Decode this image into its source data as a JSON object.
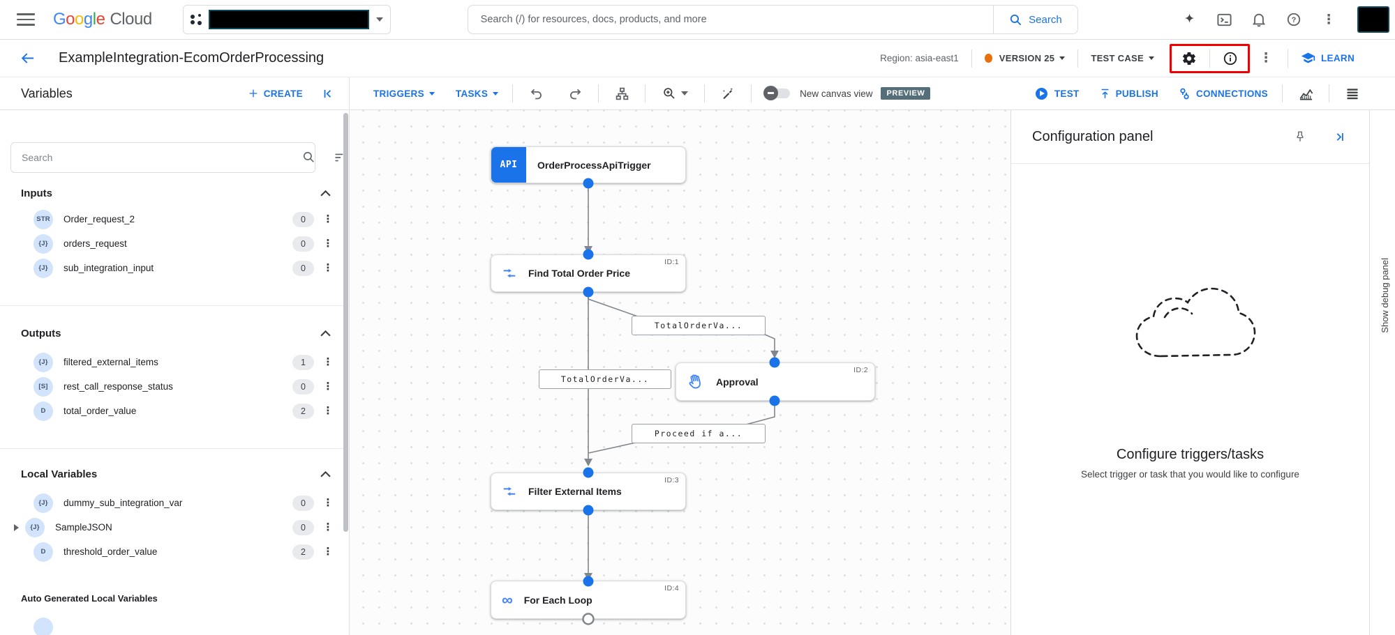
{
  "header": {
    "logo": {
      "letters": [
        {
          "ch": "G"
        },
        {
          "ch": "o"
        },
        {
          "ch": "o"
        },
        {
          "ch": "g"
        },
        {
          "ch": "l"
        },
        {
          "ch": "e"
        }
      ],
      "cloud": "Cloud"
    },
    "search": {
      "placeholder": "Search (/) for resources, docs, products, and more",
      "button_label": "Search"
    }
  },
  "title_bar": {
    "title": "ExampleIntegration-EcomOrderProcessing",
    "region_label": "Region: asia-east1",
    "version_label": "VERSION 25",
    "test_case_label": "TEST CASE",
    "learn_label": "LEARN"
  },
  "toolbar": {
    "panel_title": "Variables",
    "create_label": "CREATE",
    "triggers_label": "TRIGGERS",
    "tasks_label": "TASKS",
    "canvas_toggle_label": "New canvas view",
    "preview_badge": "PREVIEW",
    "test_label": "TEST",
    "publish_label": "PUBLISH",
    "connections_label": "CONNECTIONS"
  },
  "sidebar": {
    "search_placeholder": "Search",
    "sections": [
      {
        "title": "Inputs",
        "items": [
          {
            "type": "STR",
            "name": "Order_request_2",
            "count": "0"
          },
          {
            "type": "{J}",
            "name": "orders_request",
            "count": "0"
          },
          {
            "type": "{J}",
            "name": "sub_integration_input",
            "count": "0"
          }
        ]
      },
      {
        "title": "Outputs",
        "items": [
          {
            "type": "{J}",
            "name": "filtered_external_items",
            "count": "1"
          },
          {
            "type": "[S]",
            "name": "rest_call_response_status",
            "count": "0"
          },
          {
            "type": "D",
            "name": "total_order_value",
            "count": "2"
          }
        ]
      },
      {
        "title": "Local Variables",
        "items": [
          {
            "type": "{J}",
            "name": "dummy_sub_integration_var",
            "count": "0"
          },
          {
            "type": "{J}",
            "name": "SampleJSON",
            "count": "0"
          },
          {
            "type": "D",
            "name": "threshold_order_value",
            "count": "2"
          }
        ]
      }
    ],
    "auto_generated_header": "Auto Generated Local Variables"
  },
  "canvas": {
    "nodes": [
      {
        "id": "",
        "label": "OrderProcessApiTrigger",
        "icon": "API"
      },
      {
        "id": "ID:1",
        "label": "Find Total Order Price"
      },
      {
        "id": "ID:2",
        "label": "Approval"
      },
      {
        "id": "ID:3",
        "label": "Filter External Items"
      },
      {
        "id": "ID:4",
        "label": "For Each Loop"
      }
    ],
    "edge_labels": [
      "TotalOrderVa...",
      "TotalOrderVa...",
      "Proceed if a..."
    ]
  },
  "config_panel": {
    "title": "Configuration panel",
    "heading": "Configure triggers/tasks",
    "subtext": "Select trigger or task that you would like to configure"
  },
  "debug_panel_label": "Show debug panel",
  "colors": {
    "accent_blue": "#1a73e8",
    "node_icon_blue": "#4285f4",
    "version_dot_orange": "#e8710a",
    "preview_badge_bg": "#546e7a",
    "highlight_red": "#f20000"
  }
}
